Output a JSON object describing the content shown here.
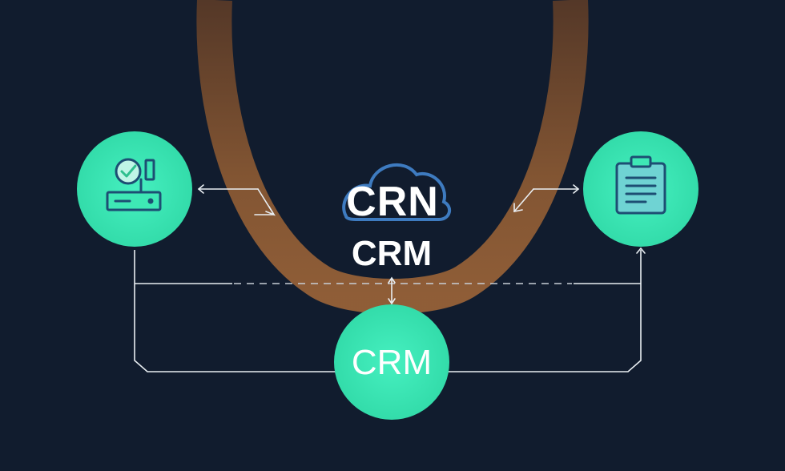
{
  "center_logo": {
    "wordmark": "CRN",
    "caption": "CRM"
  },
  "bottom_node": {
    "label": "CRM"
  },
  "left_node": {
    "icon": "server-check-icon"
  },
  "right_node": {
    "icon": "clipboard-document-icon"
  },
  "colors": {
    "background": "#111c2e",
    "node_fill": "#3ee8b5",
    "node_icon": "#1d4e73",
    "loop_stroke": "#8c5a33",
    "line": "#e9eef2",
    "logo_blue": "#3e7bc0",
    "text": "#ffffff"
  }
}
